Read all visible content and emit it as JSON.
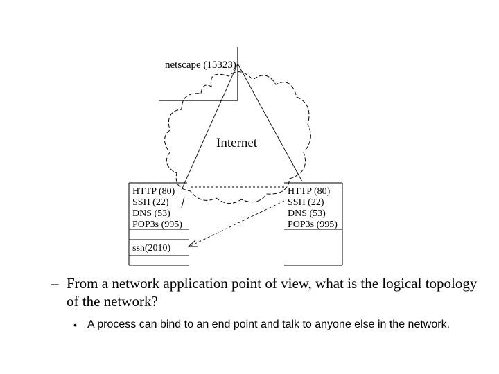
{
  "diagram": {
    "top_host_label": "netscape (15323)",
    "cloud_label": "Internet",
    "left_host": {
      "services": [
        "HTTP (80)",
        "SSH (22)",
        "DNS (53)",
        "POP3s (995)"
      ],
      "client_port": "ssh(2010)"
    },
    "right_host": {
      "services": [
        "HTTP (80)",
        "SSH (22)",
        "DNS (53)",
        "POP3s (995)"
      ]
    }
  },
  "bullets": {
    "dash_symbol": "–",
    "main": "From a network application point of view, what is the logical topology of the network?",
    "dot_symbol": "•",
    "sub": "A process can bind to an end point and talk to anyone else in the network."
  }
}
